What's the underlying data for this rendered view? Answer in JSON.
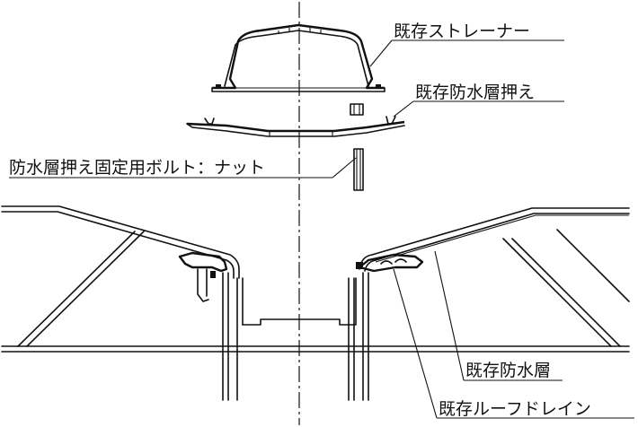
{
  "labels": {
    "strainer": "既存ストレーナー",
    "waterproof_retainer": "既存防水層押え",
    "bolt_nut": "防水層押え固定用ボルト：ナット",
    "waterproof_layer": "既存防水層",
    "roof_drain": "既存ルーフドレイン"
  }
}
